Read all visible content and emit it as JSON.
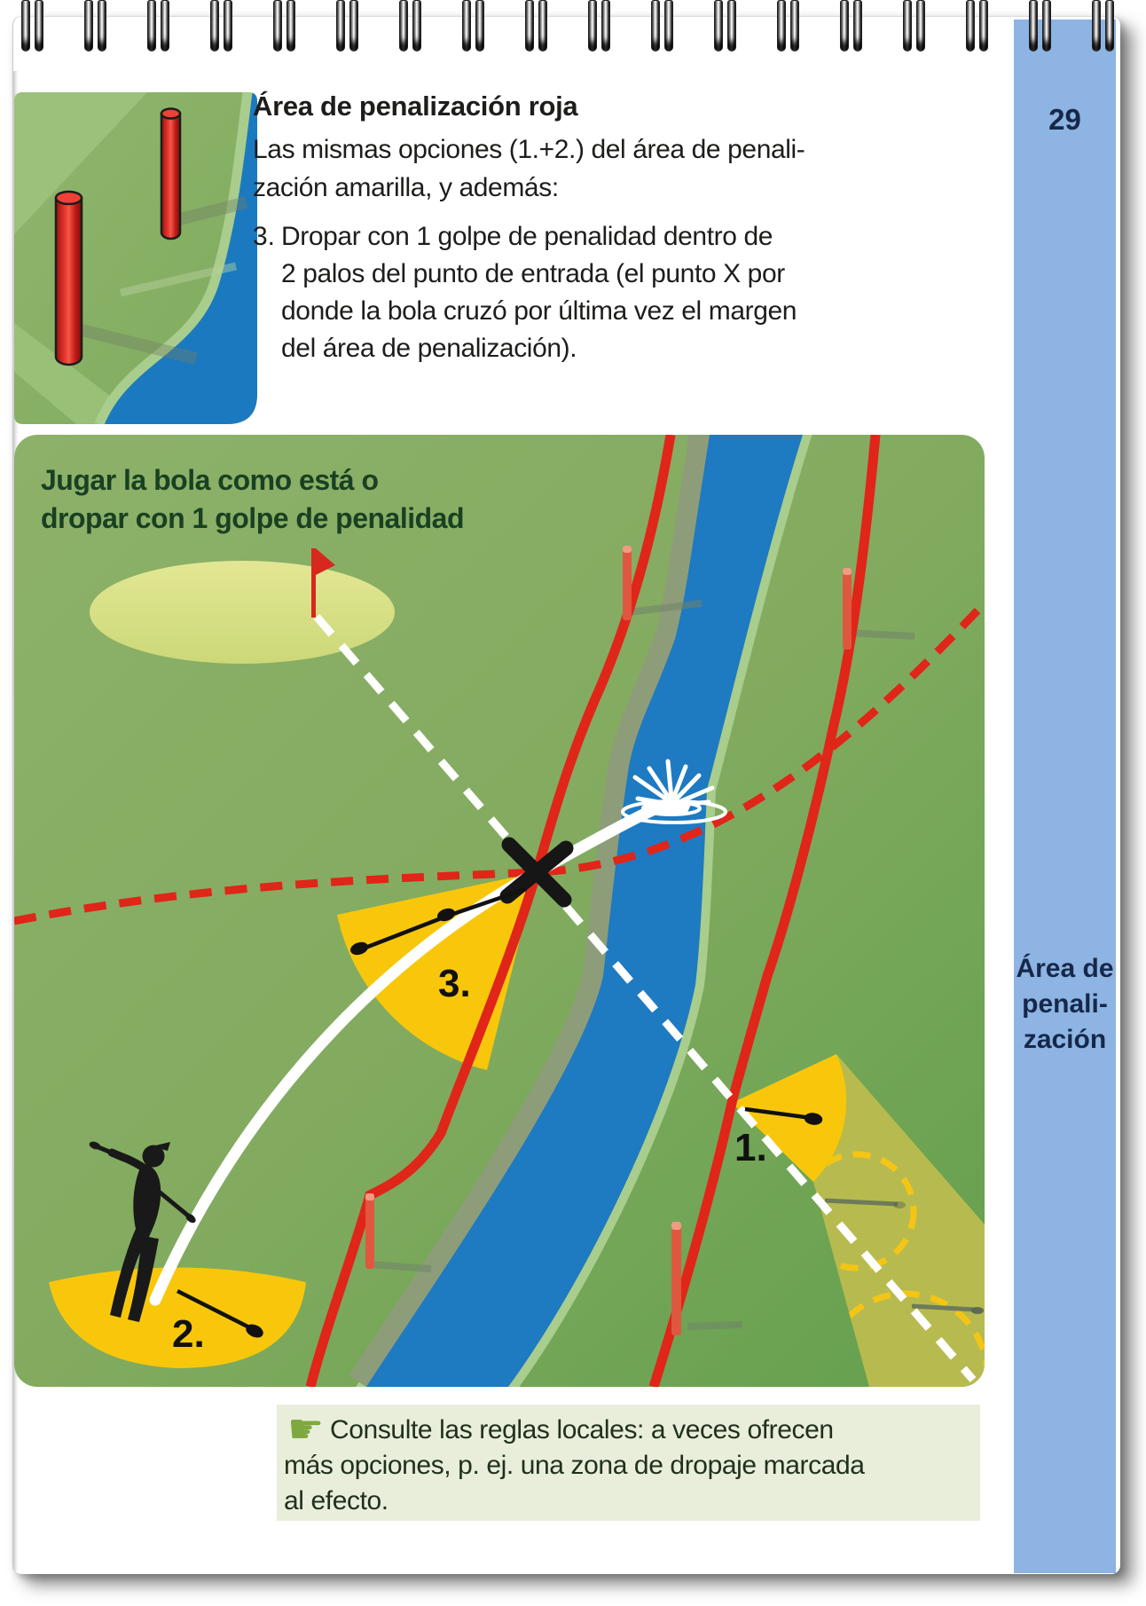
{
  "page_number": "29",
  "sidebar": {
    "label_lines": [
      "Área de",
      "penali-",
      "zación"
    ]
  },
  "header": {
    "title": "Área de penalización roja",
    "intro_lines": [
      "Las mismas opciones (1.+2.) del área de penali-",
      "zación amarilla, y además:"
    ],
    "item_marker": "3.",
    "item_lines": [
      "Dropar con 1 golpe de penalidad dentro de",
      "2 palos del punto de entrada (el punto X por",
      "donde la bola cruzó por última vez el margen",
      "del área de penalización)."
    ]
  },
  "illustration": {
    "caption_lines": [
      "Jugar la bola como está o",
      "dropar con 1 golpe de penalidad"
    ],
    "zones": {
      "one": "1.",
      "two": "2.",
      "three": "3."
    }
  },
  "note": {
    "icon": "☛",
    "lines": [
      "Consulte las reglas locales: a veces ofrecen",
      "más opciones, p. ej. una zona de dropaje marcada",
      "al efecto."
    ]
  },
  "colors": {
    "accent_red": "#e02519",
    "water_blue": "#1e7ac1",
    "grass_green": "#82ab61",
    "zone_yellow": "#f8c70c",
    "olive_band": "#b7bb4f",
    "sidebar_blue": "#8db4e2",
    "navy_text": "#16284a",
    "note_bg": "#e9eedb",
    "hand_green": "#7fa83f",
    "title_green": "#1a4023"
  }
}
